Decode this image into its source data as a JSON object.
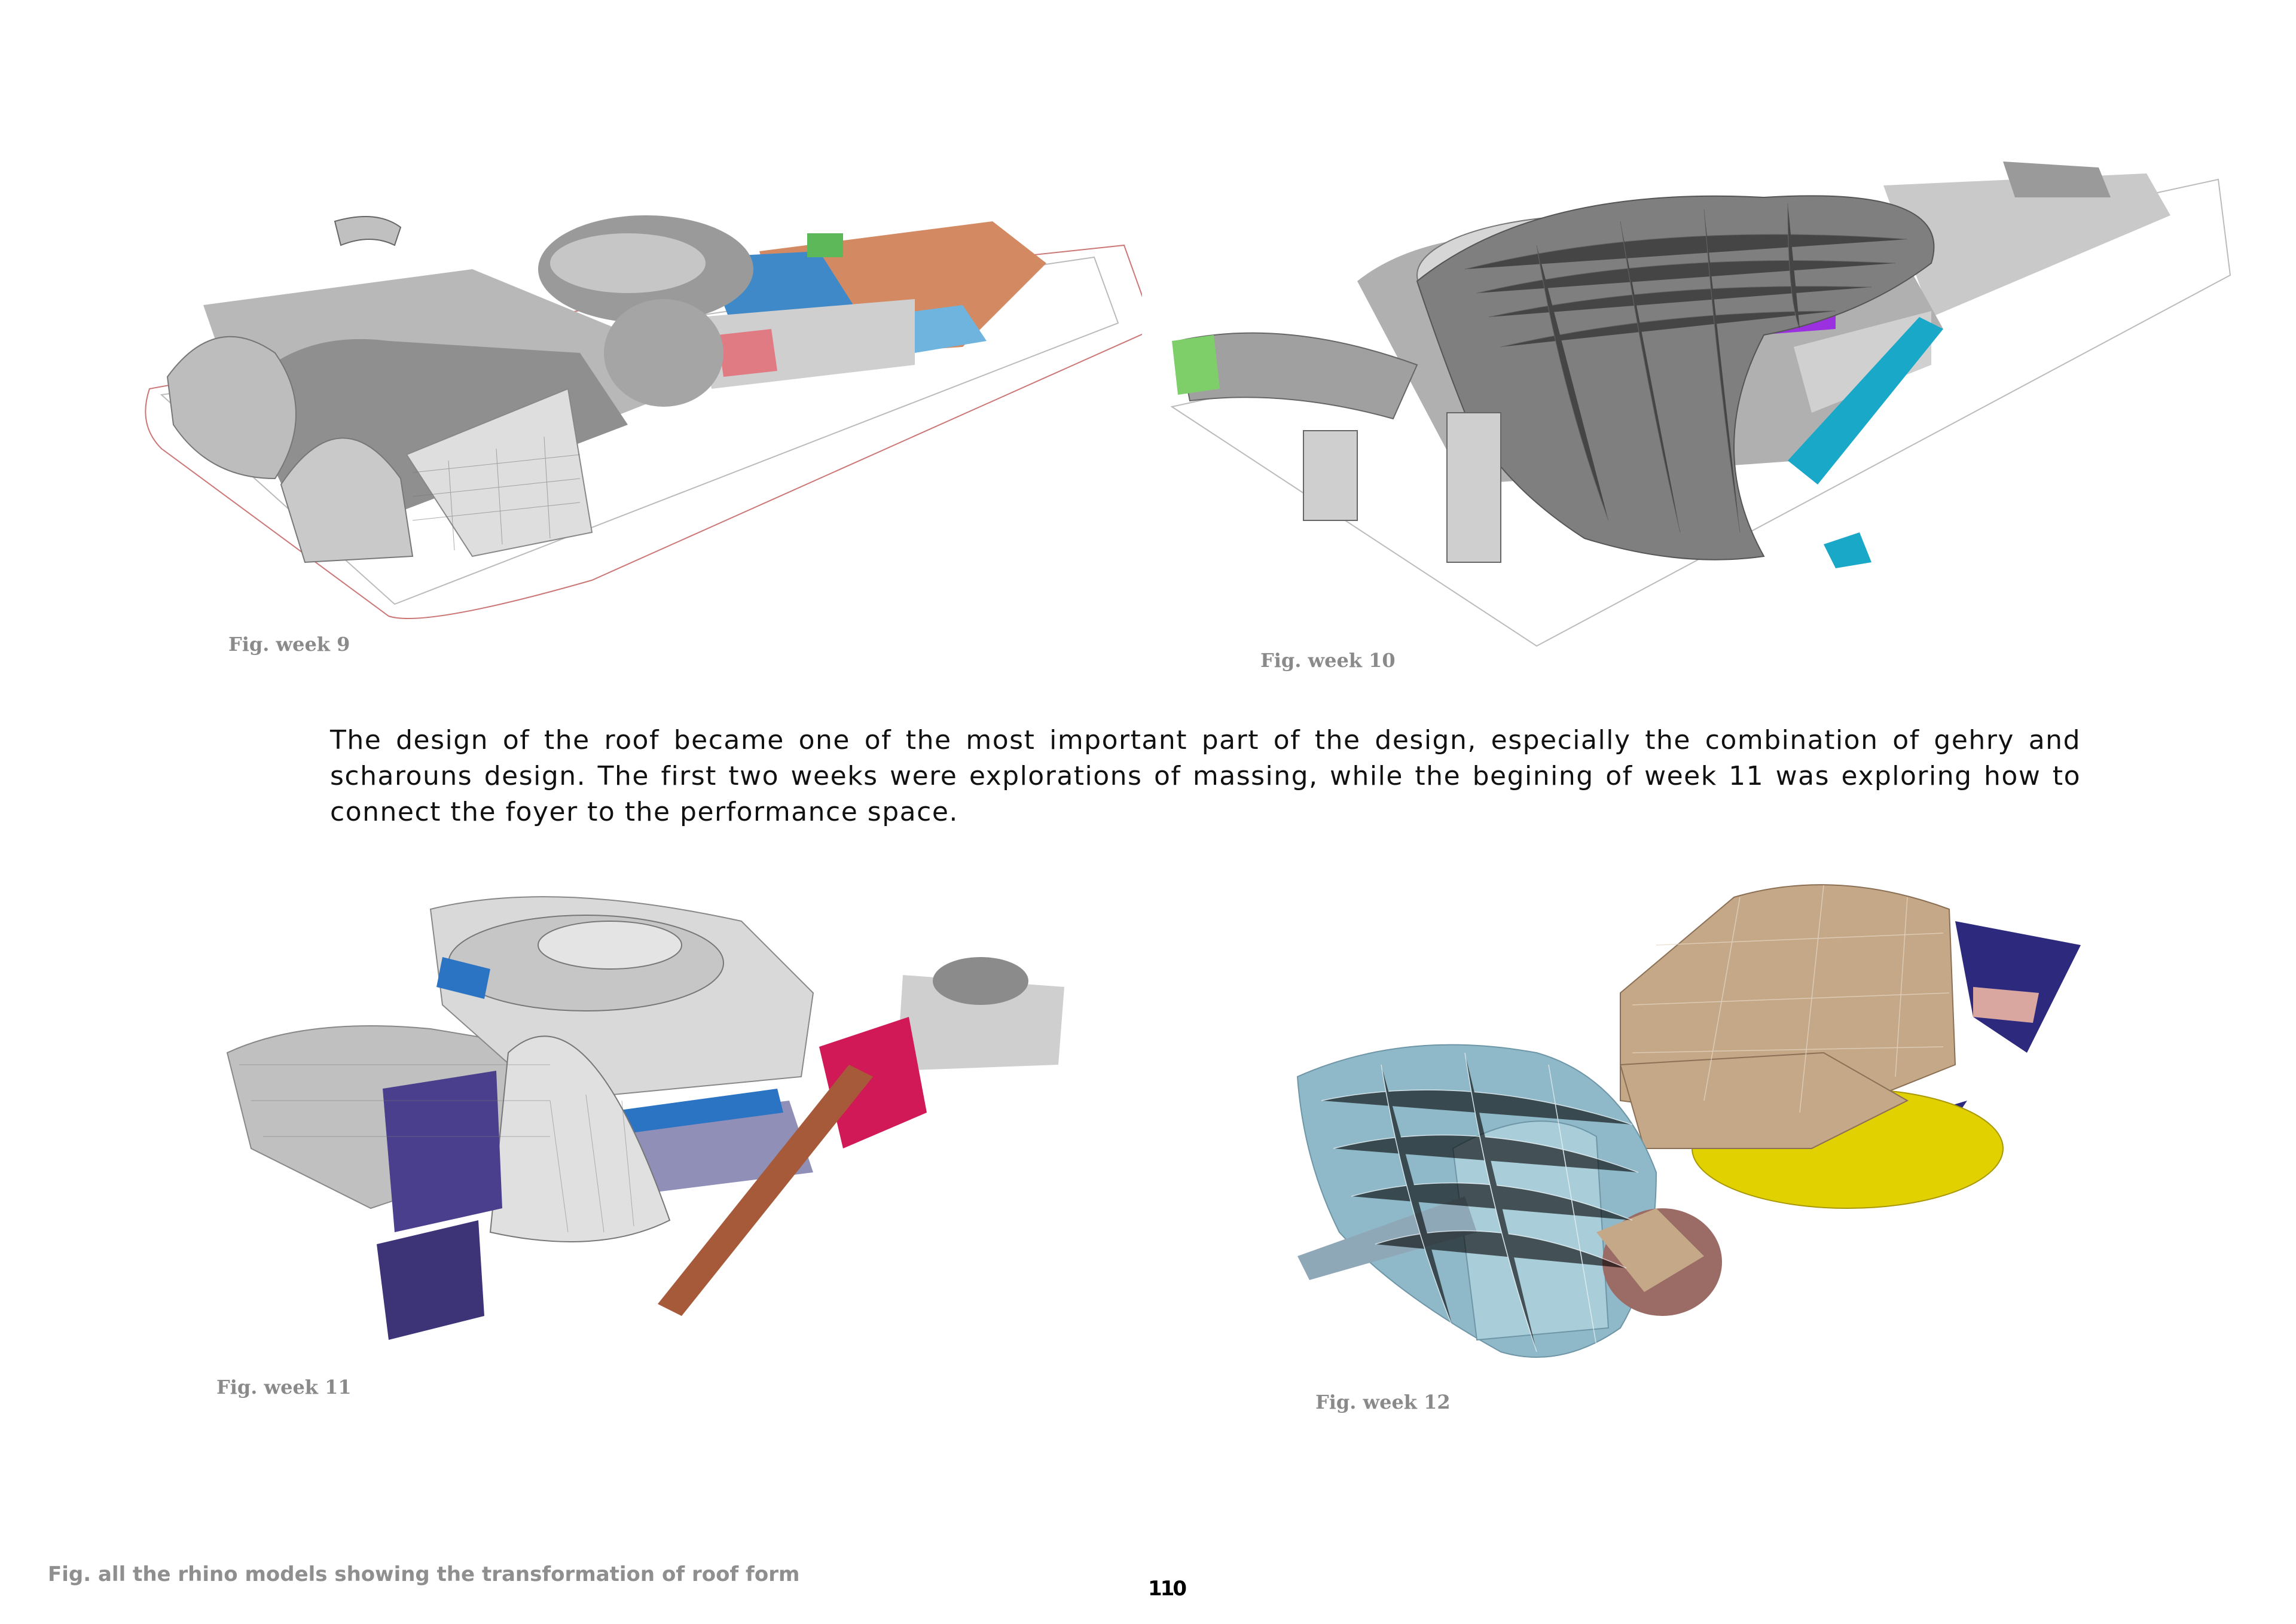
{
  "figures": [
    {
      "caption": "Fig. week 9",
      "model": "roof-massing-model",
      "palette": [
        "#9a9a9a",
        "#c8c8c8",
        "#3f89c9",
        "#d38a62",
        "#e07a83",
        "#4ea64c"
      ]
    },
    {
      "caption": "Fig. week 10",
      "model": "roof-massing-model",
      "palette": [
        "#8e8e8e",
        "#c9c9c9",
        "#9b30e0",
        "#1aa8c9",
        "#7ecf6a"
      ]
    },
    {
      "caption": "Fig. week 11",
      "model": "roof-massing-model",
      "palette": [
        "#b8b8b8",
        "#e0e0e0",
        "#4a3f8c",
        "#d01956",
        "#a65a3a",
        "#2b74c4"
      ]
    },
    {
      "caption": "Fig. week 12",
      "model": "roof-massing-model",
      "palette": [
        "#8fb8c8",
        "#c4a888",
        "#e2d100",
        "#2d2a7e",
        "#9b6b66"
      ]
    }
  ],
  "body_text": "The design of the roof became one of the most important part of the design, especially the combination of gehry and scharouns design. The first two weeks were explorations of massing, while the begining of week 11 was exploring how to connect the foyer to the performance space.",
  "footer_caption": "Fig. all the rhino models showing the transformation of roof form",
  "page_number": "110"
}
